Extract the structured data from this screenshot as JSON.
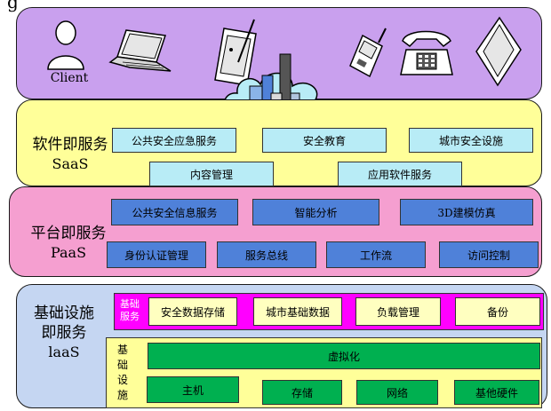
{
  "top_fragment": "g",
  "client": {
    "label": "Client",
    "icons": [
      "user-icon",
      "laptop-icon",
      "tablet-pen-icon",
      "cloud-city-icon",
      "mobile-phone-icon",
      "desk-phone-icon",
      "pda-icon"
    ]
  },
  "saas": {
    "title_cn": "软件即服务",
    "title_en": "SaaS",
    "row1": [
      "公共安全应急服务",
      "安全教育",
      "城市安全设施"
    ],
    "row2": [
      "内容管理",
      "应用软件服务"
    ]
  },
  "paas": {
    "title_cn": "平台即服务",
    "title_en": "PaaS",
    "row1": [
      "公共安全信息服务",
      "智能分析",
      "3D建模仿真"
    ],
    "row2": [
      "身份认证管理",
      "服务总线",
      "工作流",
      "访问控制"
    ]
  },
  "iaas": {
    "title_cn1": "基础设施",
    "title_cn2": "即服务",
    "title_en": "laaS",
    "services_label": "基础服务",
    "services": [
      "安全数据存储",
      "城市基础数据",
      "负载管理",
      "备份"
    ],
    "infra_label": [
      "基",
      "础",
      "设",
      "施"
    ],
    "virtualization": "虚拟化",
    "hardware": [
      "主机",
      "存储",
      "网络",
      "基他硬件"
    ]
  },
  "colors": {
    "client_bg": "#c9a0ee",
    "saas_bg": "#ffff99",
    "paas_bg": "#f59fd0",
    "iaas_bg": "#c5d6f2",
    "saas_box": "#b8ecf6",
    "paas_box": "#4f81d9",
    "iaas_box": "#00b050",
    "services_band": "#ff00ff",
    "services_box": "#ffffc0",
    "infra_bg": "#ffff99"
  }
}
